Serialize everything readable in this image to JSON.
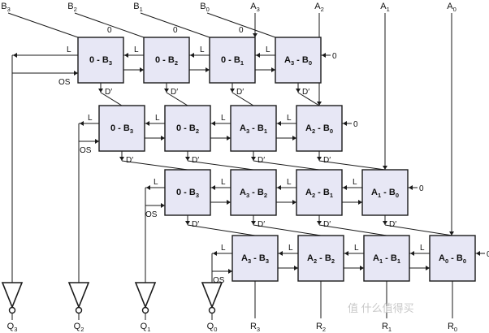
{
  "diagram": {
    "top_inputs": [
      {
        "base": "B",
        "sub": "3"
      },
      {
        "base": "B",
        "sub": "2"
      },
      {
        "base": "B",
        "sub": "1"
      },
      {
        "base": "B",
        "sub": "0"
      },
      {
        "base": "A",
        "sub": "3"
      },
      {
        "base": "A",
        "sub": "2"
      },
      {
        "base": "A",
        "sub": "1"
      },
      {
        "base": "A",
        "sub": "0"
      }
    ],
    "rows": [
      [
        {
          "l": "0 - B",
          "ls": "3",
          "r": "",
          "rs": ""
        },
        {
          "l": "0 - B",
          "ls": "2",
          "r": "",
          "rs": ""
        },
        {
          "l": "0 - B",
          "ls": "1",
          "r": "",
          "rs": ""
        },
        {
          "l": "A",
          "ls": "3",
          "r": " - B",
          "rs": "0"
        }
      ],
      [
        {
          "l": "0 - B",
          "ls": "3",
          "r": "",
          "rs": ""
        },
        {
          "l": "0 - B",
          "ls": "2",
          "r": "",
          "rs": ""
        },
        {
          "l": "A",
          "ls": "3",
          "r": " - B",
          "rs": "1"
        },
        {
          "l": "A",
          "ls": "2",
          "r": " - B",
          "rs": "0"
        }
      ],
      [
        {
          "l": "0 - B",
          "ls": "3",
          "r": "",
          "rs": ""
        },
        {
          "l": "A",
          "ls": "3",
          "r": " - B",
          "rs": "2"
        },
        {
          "l": "A",
          "ls": "2",
          "r": " - B",
          "rs": "1"
        },
        {
          "l": "A",
          "ls": "1",
          "r": " - B",
          "rs": "0"
        }
      ],
      [
        {
          "l": "A",
          "ls": "3",
          "r": " - B",
          "rs": "3"
        },
        {
          "l": "A",
          "ls": "2",
          "r": " - B",
          "rs": "2"
        },
        {
          "l": "A",
          "ls": "1",
          "r": " - B",
          "rs": "1"
        },
        {
          "l": "A",
          "ls": "0",
          "r": " - B",
          "rs": "0"
        }
      ]
    ],
    "borrow_label": "L",
    "diff_label": "D′",
    "os_label": "OS",
    "zero_label": "0",
    "quotient_outputs": [
      {
        "base": "Q",
        "sub": "3"
      },
      {
        "base": "Q",
        "sub": "2"
      },
      {
        "base": "Q",
        "sub": "1"
      },
      {
        "base": "Q",
        "sub": "0"
      }
    ],
    "remainder_outputs": [
      {
        "base": "R",
        "sub": "3"
      },
      {
        "base": "R",
        "sub": "2"
      },
      {
        "base": "R",
        "sub": "1"
      },
      {
        "base": "R",
        "sub": "0"
      }
    ],
    "watermark": "值 什么值得买"
  }
}
